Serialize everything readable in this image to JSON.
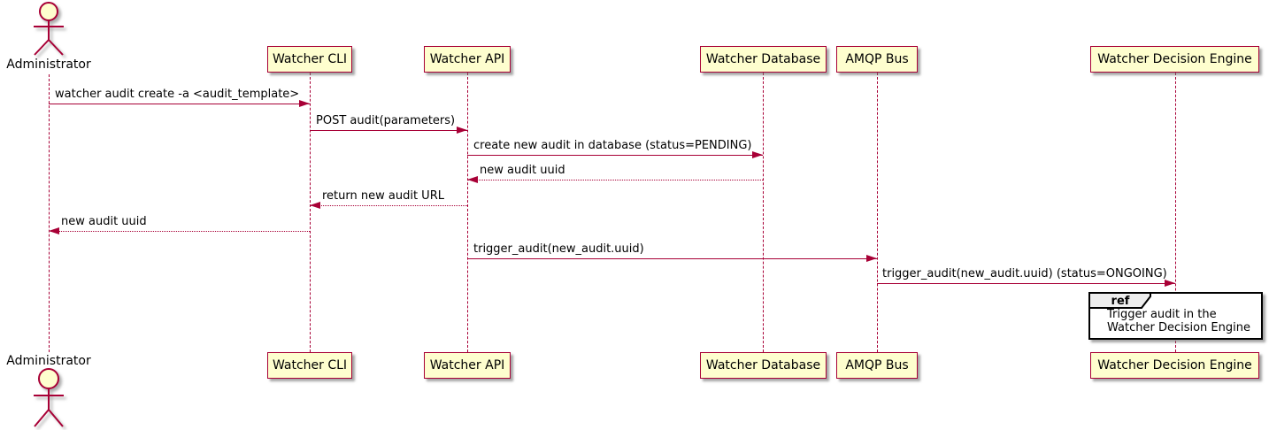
{
  "diagram_type": "sequence",
  "participants": [
    {
      "id": "administrator",
      "label": "Administrator",
      "kind": "actor"
    },
    {
      "id": "watcher-cli",
      "label": "Watcher CLI",
      "kind": "participant"
    },
    {
      "id": "watcher-api",
      "label": "Watcher API",
      "kind": "participant"
    },
    {
      "id": "watcher-database",
      "label": "Watcher Database",
      "kind": "participant"
    },
    {
      "id": "amqp-bus",
      "label": "AMQP Bus",
      "kind": "participant"
    },
    {
      "id": "watcher-decision-engine",
      "label": "Watcher Decision Engine",
      "kind": "participant"
    }
  ],
  "messages": [
    {
      "from": "Administrator",
      "to": "Watcher CLI",
      "line": "solid",
      "text": "watcher audit create -a <audit_template>"
    },
    {
      "from": "Watcher CLI",
      "to": "Watcher API",
      "line": "solid",
      "text": "POST audit(parameters)"
    },
    {
      "from": "Watcher API",
      "to": "Watcher Database",
      "line": "solid",
      "text": "create new audit in database (status=PENDING)"
    },
    {
      "from": "Watcher Database",
      "to": "Watcher API",
      "line": "dashed",
      "text": "new audit uuid"
    },
    {
      "from": "Watcher API",
      "to": "Watcher CLI",
      "line": "dashed",
      "text": "return new audit URL"
    },
    {
      "from": "Watcher CLI",
      "to": "Administrator",
      "line": "dashed",
      "text": "new audit uuid"
    },
    {
      "from": "Watcher API",
      "to": "AMQP Bus",
      "line": "solid",
      "text": "trigger_audit(new_audit.uuid)"
    },
    {
      "from": "AMQP Bus",
      "to": "Watcher Decision Engine",
      "line": "solid",
      "text": "trigger_audit(new_audit.uuid) (status=ONGOING)"
    }
  ],
  "ref_fragment": {
    "keyword": "ref",
    "over": "Watcher Decision Engine",
    "text_lines": [
      "Trigger audit in the",
      "Watcher Decision Engine"
    ]
  },
  "colors": {
    "participant_fill": "#FEFECE",
    "participant_border": "#A80036",
    "line_color": "#A80036",
    "text_color": "#000000",
    "ref_border": "#000000",
    "ref_tab_fill": "#EEEEEE",
    "background": "#FFFFFF"
  }
}
